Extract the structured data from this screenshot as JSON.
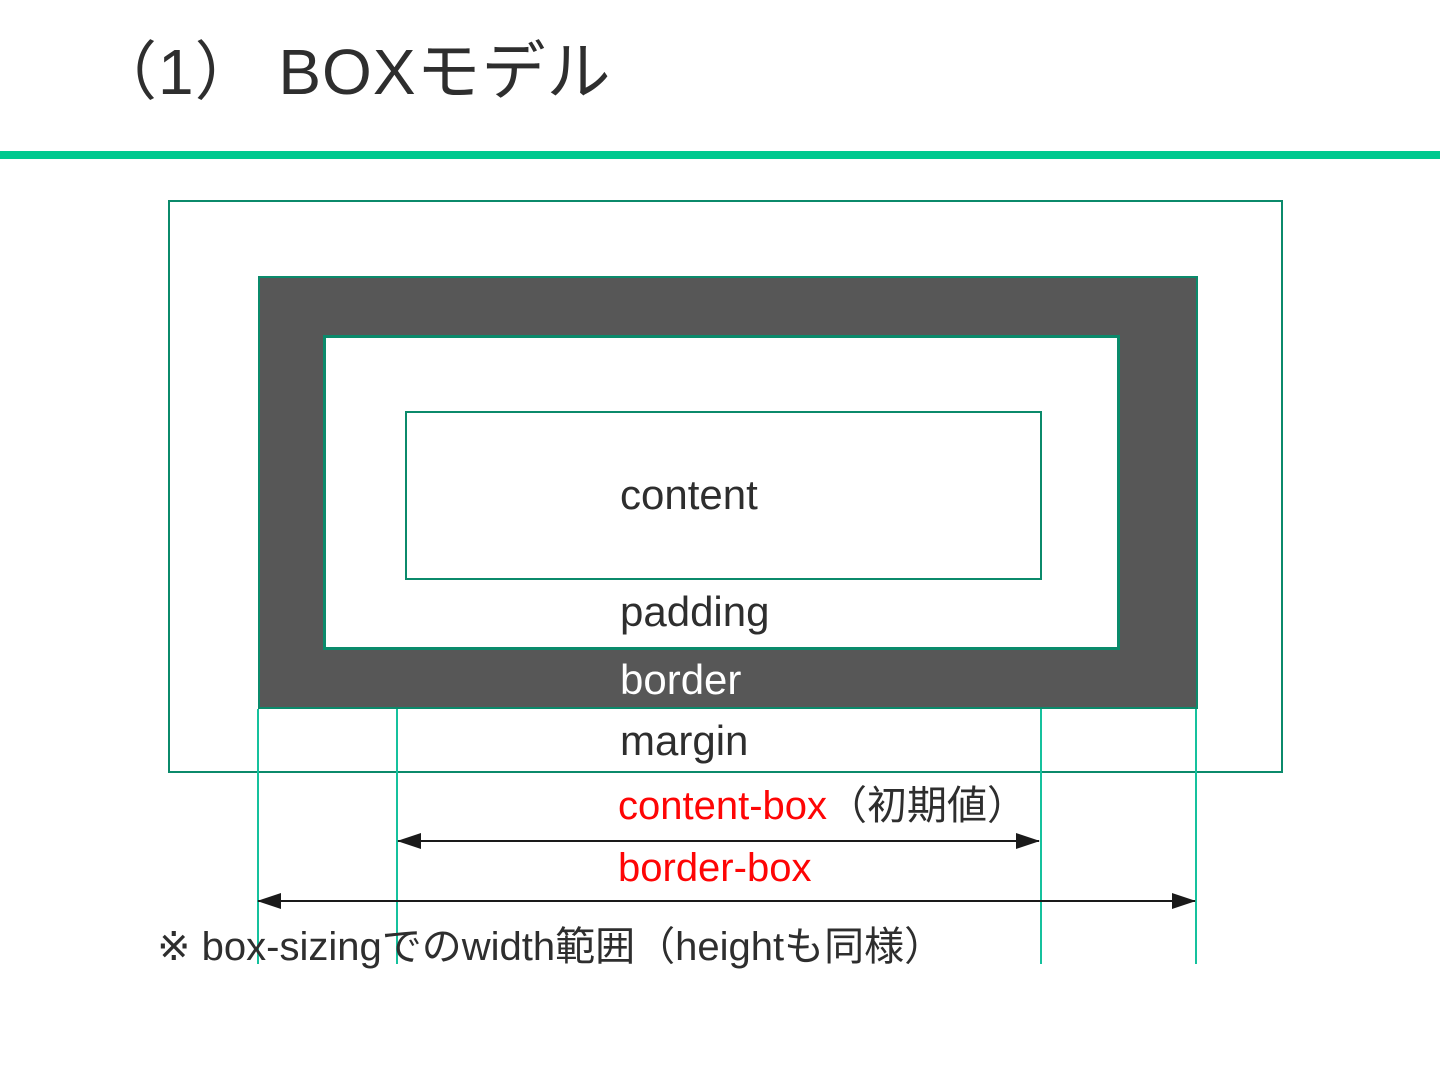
{
  "slide": {
    "title": "（1） BOXモデル"
  },
  "diagram": {
    "labels": {
      "content": "content",
      "padding": "padding",
      "border": "border",
      "margin": "margin"
    }
  },
  "annotations": {
    "content_box_label": "content-box",
    "content_box_note": "（初期値）",
    "border_box_label": "border-box",
    "footnote": "※ box-sizingでのwidth範囲（heightも同様）"
  },
  "colors": {
    "accent_green": "#00c98f",
    "box_border": "#0b8a6b",
    "guide_line": "#15c19d",
    "border_fill": "#575757",
    "highlight_red": "#fe0505",
    "text": "#2e2e2e"
  }
}
